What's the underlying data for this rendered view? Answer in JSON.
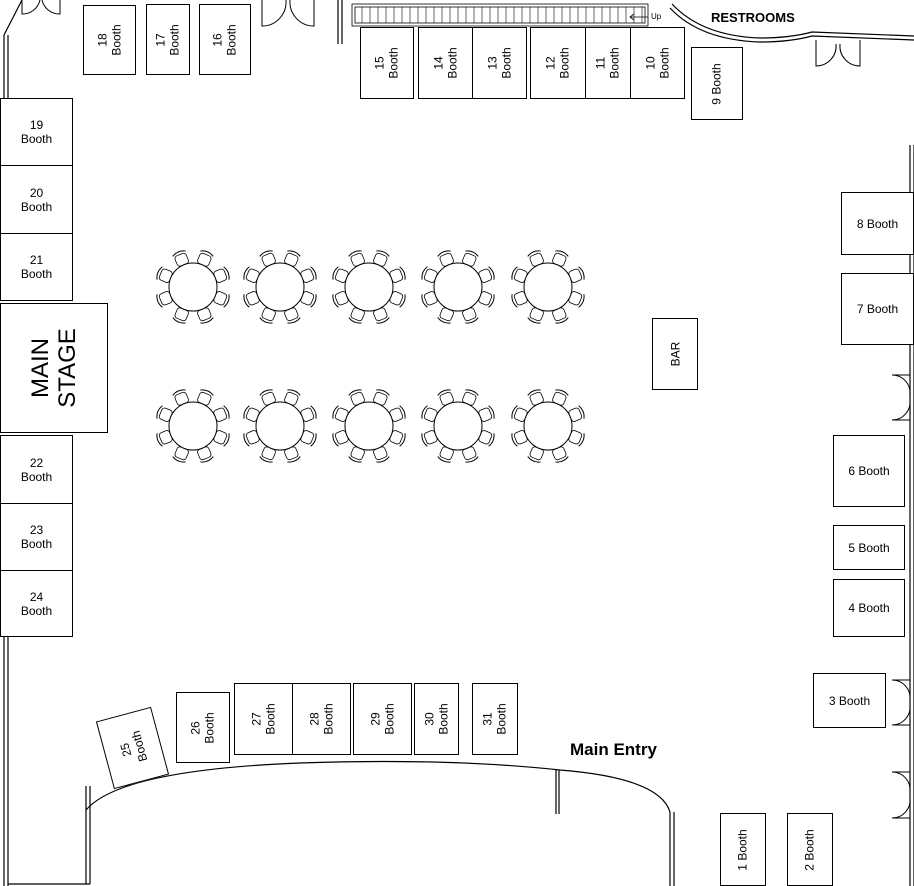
{
  "labels": {
    "restrooms": "RESTROOMS",
    "main_entry": "Main Entry",
    "stairs_up": "Up",
    "bar": "BAR",
    "main_stage": "MAIN\nSTAGE"
  },
  "booths": {
    "b1": "1 Booth",
    "b2": "2 Booth",
    "b3": "3 Booth",
    "b4": "4 Booth",
    "b5": "5 Booth",
    "b6": "6 Booth",
    "b7": "7 Booth",
    "b8": "8 Booth",
    "b9": "9 Booth",
    "b10": "10\nBooth",
    "b11": "11\nBooth",
    "b12": "12\nBooth",
    "b13": "13\nBooth",
    "b14": "14\nBooth",
    "b15": "15\nBooth",
    "b16": "16\nBooth",
    "b17": "17\nBooth",
    "b18": "18\nBooth",
    "b19": "19\nBooth",
    "b20": "20\nBooth",
    "b21": "21\nBooth",
    "b22": "22\nBooth",
    "b23": "23\nBooth",
    "b24": "24\nBooth",
    "b25": "25\nBooth",
    "b26": "26\nBooth",
    "b27": "27\nBooth",
    "b28": "28\nBooth",
    "b29": "29\nBooth",
    "b30": "30\nBooth",
    "b31": "31\nBooth"
  },
  "tables": {
    "rows": 2,
    "per_row": 5,
    "chairs_per_table": 8
  }
}
